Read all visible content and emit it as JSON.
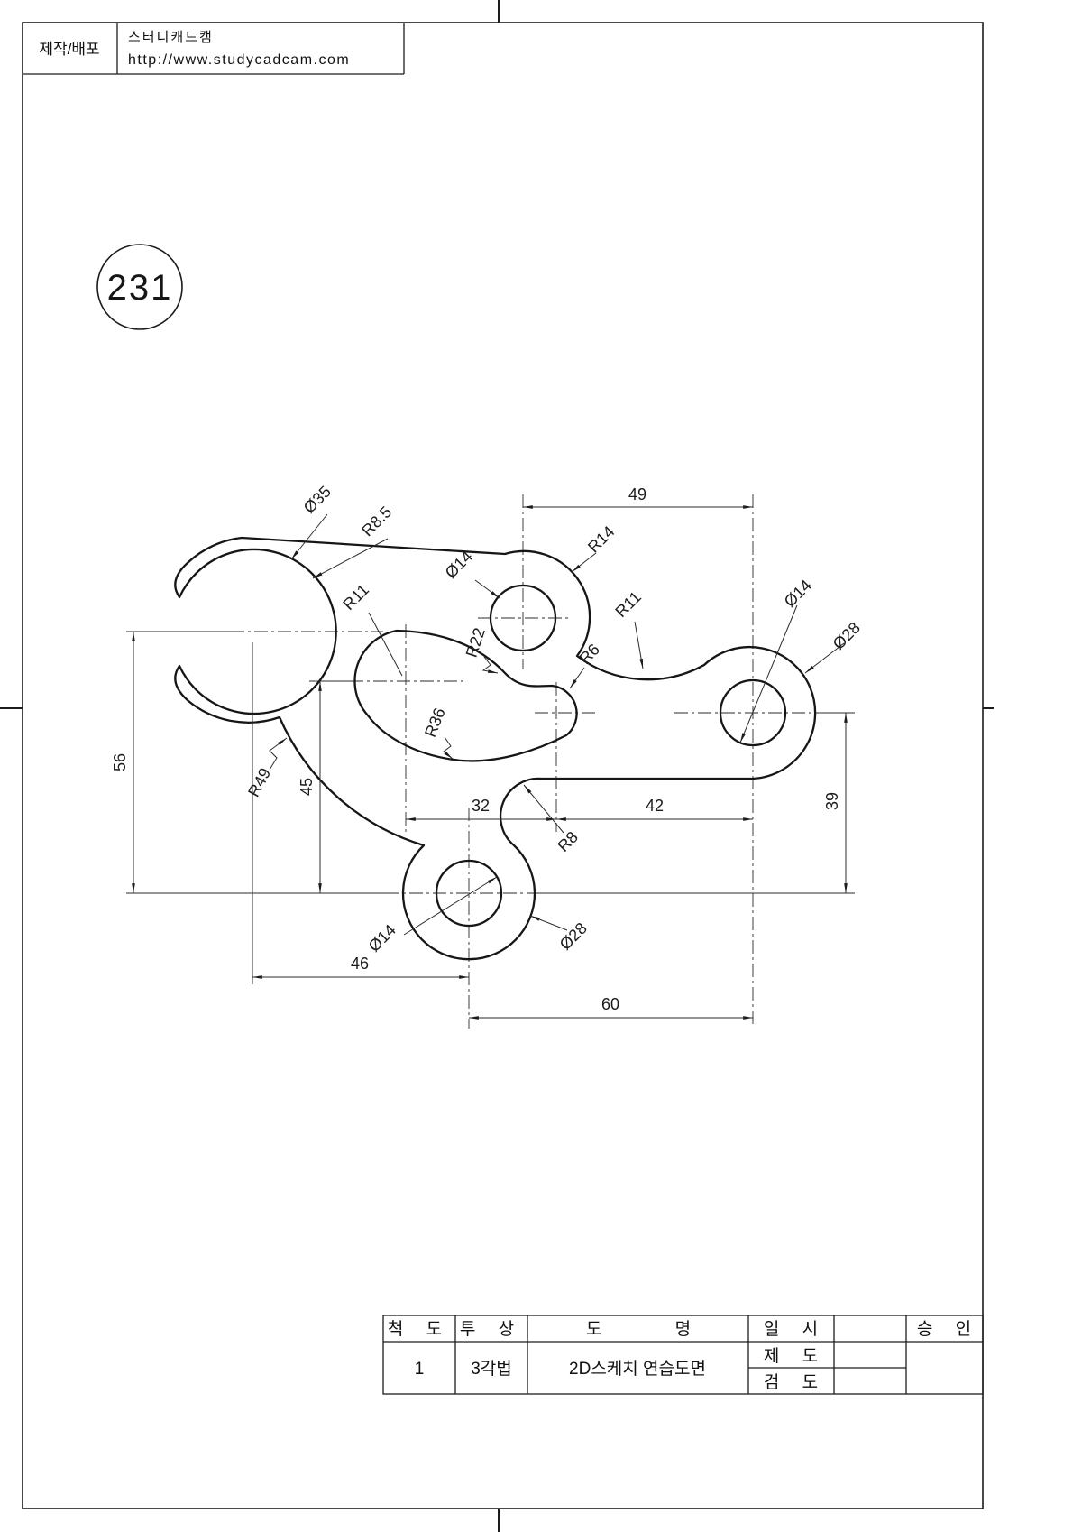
{
  "header": {
    "label": "제작/배포",
    "brand": "스터디캐드캠",
    "url": "http://www.studycadcam.com"
  },
  "sheet": {
    "number": "231"
  },
  "dims": {
    "top_width": "49",
    "wrench_bore": "Ø35",
    "fillet_top": "R8.5",
    "hole_top": "Ø14",
    "boss_top": "R14",
    "fillet_right": "R11",
    "hole_right": "Ø14",
    "boss_right": "Ø28",
    "slot_left_r": "R11",
    "slot_top_r": "R22",
    "slot_end_r": "R6",
    "slot_bottom_r": "R36",
    "height_left": "56",
    "slot_drop": "45",
    "arc_left": "R49",
    "slot_x1": "32",
    "slot_x2": "42",
    "fillet_step": "R8",
    "height_right": "39",
    "hole_bottom": "Ø14",
    "boss_bottom": "Ø28",
    "bottom_w1": "46",
    "bottom_w2": "60"
  },
  "title_block": {
    "scale_label": "척 도",
    "projection_label": "투 상",
    "name_label": "도 명",
    "date_label": "일 시",
    "approve_label": "승 인",
    "draft_label": "제 도",
    "check_label": "검 도",
    "scale_value": "1",
    "projection_value": "3각법",
    "name_value": "2D스케치 연습도면"
  }
}
